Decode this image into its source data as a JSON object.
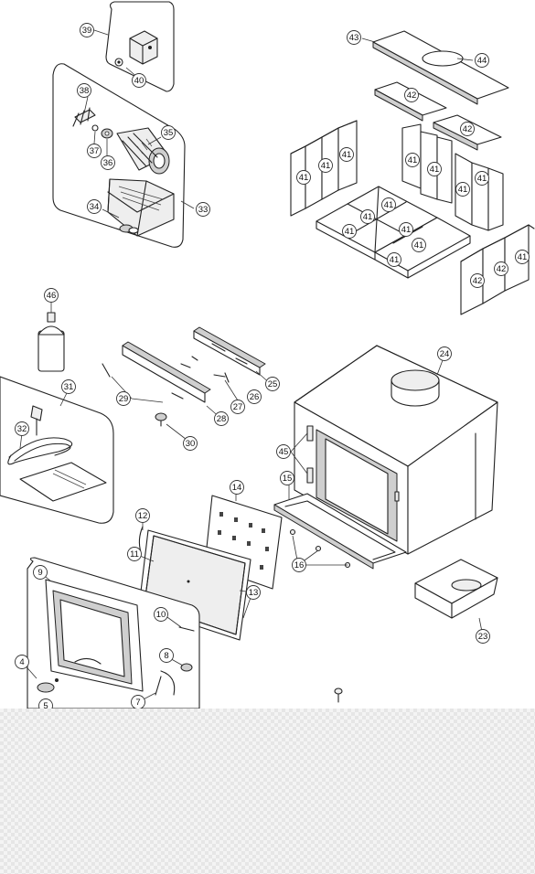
{
  "diagram": {
    "type": "exploded-parts-diagram",
    "callouts": [
      {
        "id": "c39",
        "label": "39"
      },
      {
        "id": "c40",
        "label": "40"
      },
      {
        "id": "c38",
        "label": "38"
      },
      {
        "id": "c37",
        "label": "37"
      },
      {
        "id": "c36",
        "label": "36"
      },
      {
        "id": "c35",
        "label": "35"
      },
      {
        "id": "c34",
        "label": "34"
      },
      {
        "id": "c33",
        "label": "33"
      },
      {
        "id": "c43",
        "label": "43"
      },
      {
        "id": "c44",
        "label": "44"
      },
      {
        "id": "c42a",
        "label": "42"
      },
      {
        "id": "c42b",
        "label": "42"
      },
      {
        "id": "c42c",
        "label": "42"
      },
      {
        "id": "c42d",
        "label": "42"
      },
      {
        "id": "c41a",
        "label": "41"
      },
      {
        "id": "c41b",
        "label": "41"
      },
      {
        "id": "c41c",
        "label": "41"
      },
      {
        "id": "c41d",
        "label": "41"
      },
      {
        "id": "c41e",
        "label": "41"
      },
      {
        "id": "c41f",
        "label": "41"
      },
      {
        "id": "c41g",
        "label": "41"
      },
      {
        "id": "c41h",
        "label": "41"
      },
      {
        "id": "c41i",
        "label": "41"
      },
      {
        "id": "c41j",
        "label": "41"
      },
      {
        "id": "c41k",
        "label": "41"
      },
      {
        "id": "c41l",
        "label": "41"
      },
      {
        "id": "c41m",
        "label": "41"
      },
      {
        "id": "c41n",
        "label": "41"
      },
      {
        "id": "c46",
        "label": "46"
      },
      {
        "id": "c31",
        "label": "31"
      },
      {
        "id": "c32",
        "label": "32"
      },
      {
        "id": "c29",
        "label": "29"
      },
      {
        "id": "c30",
        "label": "30"
      },
      {
        "id": "c28",
        "label": "28"
      },
      {
        "id": "c27",
        "label": "27"
      },
      {
        "id": "c26",
        "label": "26"
      },
      {
        "id": "c25",
        "label": "25"
      },
      {
        "id": "c24",
        "label": "24"
      },
      {
        "id": "c45",
        "label": "45"
      },
      {
        "id": "c15",
        "label": "15"
      },
      {
        "id": "c14",
        "label": "14"
      },
      {
        "id": "c16",
        "label": "16"
      },
      {
        "id": "c12",
        "label": "12"
      },
      {
        "id": "c11",
        "label": "11"
      },
      {
        "id": "c13",
        "label": "13"
      },
      {
        "id": "c10",
        "label": "10"
      },
      {
        "id": "c9",
        "label": "9"
      },
      {
        "id": "c8",
        "label": "8"
      },
      {
        "id": "c7",
        "label": "7"
      },
      {
        "id": "c4",
        "label": "4"
      },
      {
        "id": "c5",
        "label": "5"
      },
      {
        "id": "c23",
        "label": "23"
      }
    ]
  }
}
